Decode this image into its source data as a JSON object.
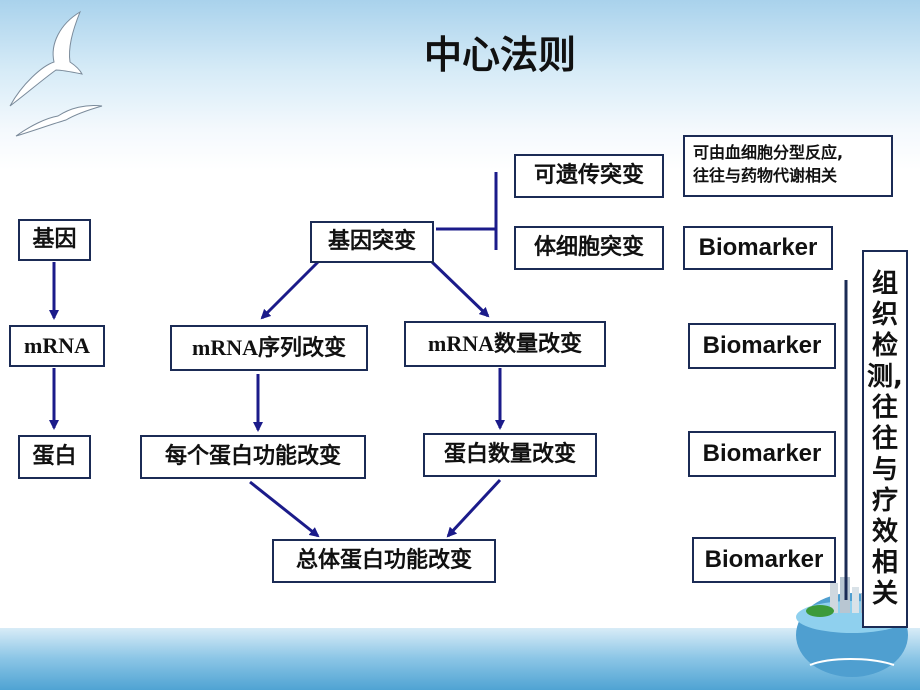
{
  "title": "中心法则",
  "left_column": {
    "gene": "基因",
    "mrna": "mRNA",
    "protein": "蛋白"
  },
  "mutation": {
    "root": "基因突变",
    "seq_change": "mRNA序列改变",
    "qty_change": "mRNA数量改变",
    "func_change": "每个蛋白功能改变",
    "prot_qty_change": "蛋白数量改变",
    "total_change": "总体蛋白功能改变"
  },
  "branches": {
    "hereditary": "可遗传突变",
    "somatic": "体细胞突变"
  },
  "notes": {
    "hereditary_note": [
      "可由血细胞分型反应,",
      "往往与药物代谢相关"
    ],
    "biomarker_1": "Biomarker",
    "biomarker_2": "Biomarker",
    "biomarker_3": "Biomarker",
    "biomarker_4": "Biomarker"
  },
  "side_note": [
    "组",
    "织",
    "检",
    "测,",
    "往",
    "往",
    "与",
    "疗",
    "效",
    "相",
    "关"
  ],
  "colors": {
    "arrow": "#1b1b8a",
    "border": "#1b2b55",
    "sky_top": "#a9d2ec"
  },
  "decor": {
    "birds": "seagull-icon",
    "globe": "city-globe-icon"
  }
}
